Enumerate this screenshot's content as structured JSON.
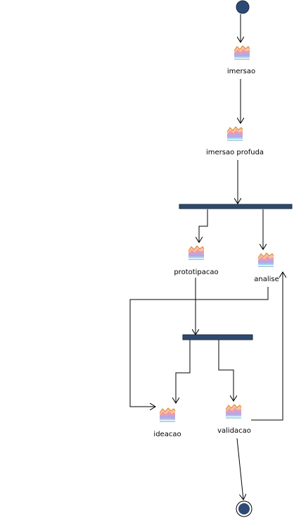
{
  "diagram": {
    "type": "activity",
    "colors": {
      "bar_fill": "#2f4a6e",
      "bar_stroke": "#1a2a44",
      "node_fill": "#2c4a74",
      "edge": "#000000"
    },
    "nodes": {
      "imersao": {
        "label": "imersao",
        "icon": "activity-icon"
      },
      "imersao_profuda": {
        "label": "imersao profuda",
        "icon": "activity-icon"
      },
      "prototipacao": {
        "label": "prototipacao",
        "icon": "activity-icon"
      },
      "analise": {
        "label": "analise",
        "icon": "activity-icon"
      },
      "ideacao": {
        "label": "ideacao",
        "icon": "activity-icon"
      },
      "validacao": {
        "label": "validacao",
        "icon": "activity-icon"
      }
    }
  }
}
